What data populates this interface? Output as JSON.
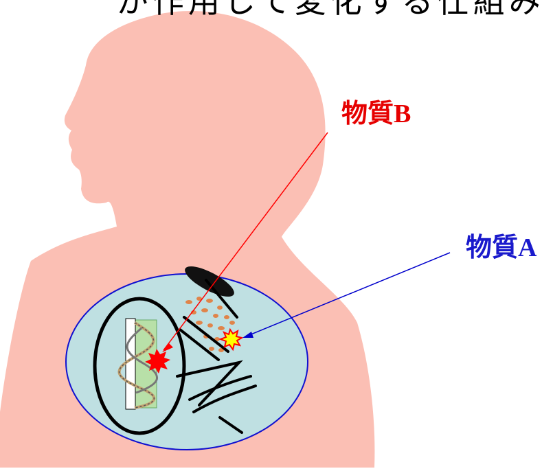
{
  "labels": {
    "substance_b": "物質B",
    "substance_a": "物質A",
    "top_text": "が作用して変化する仕組み"
  },
  "colors": {
    "body_silhouette": "#fbbfb4",
    "cell": "#bfe0e2",
    "cell_outline": "#1010d0",
    "label_b": "#e60000",
    "label_a": "#1a1acc",
    "arrow_b": "#ff0000",
    "arrow_a": "#0000cc",
    "burst_b": "#ff0000",
    "burst_a_outer": "#ff0000",
    "burst_a_inner": "#ffff00",
    "granules": "#e0844a",
    "dna_strip": "#b8e0a8"
  },
  "icons": [
    "person-silhouette-icon",
    "cell-icon",
    "dna-helix-icon",
    "burst-icon"
  ]
}
